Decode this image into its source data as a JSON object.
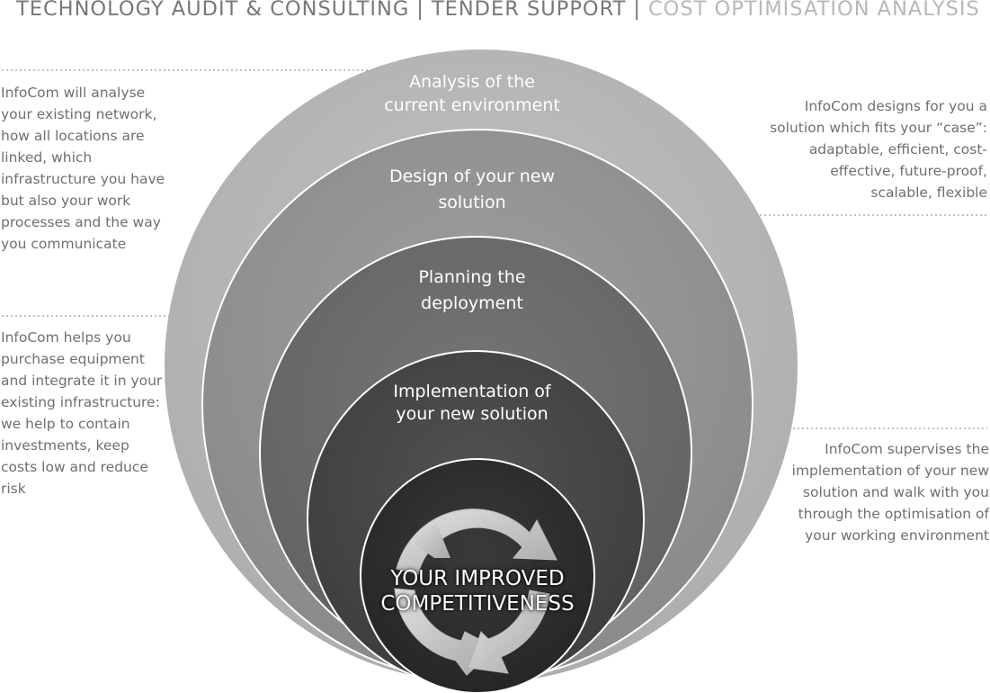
{
  "nav": {
    "item1": "TECHNOLOGY AUDIT & CONSULTING",
    "item2": "TENDER SUPPORT",
    "item3": "COST OPTIMISATION ANALYSIS",
    "separator": "|"
  },
  "stages": {
    "analysis": {
      "line1": "Analysis of the",
      "line2": "current environment"
    },
    "design": {
      "line1": "Design of your new",
      "line2": "solution"
    },
    "planning": {
      "line1": "Planning the",
      "line2": "deployment"
    },
    "implementation": {
      "line1": "Implementation of",
      "line2": "your new solution"
    }
  },
  "center": {
    "line1": "YOUR IMPROVED",
    "line2": "COMPETITIVENESS"
  },
  "descriptions": {
    "analysis": [
      "InfoCom will analyse",
      "your existing network,",
      "how all locations are",
      "linked, which",
      "infrastructure you have",
      "but also your work",
      "processes and the way",
      "you communicate"
    ],
    "design": [
      "InfoCom designs for you a",
      "solution which fits your “case”:",
      "adaptable,  efficient,  cost-",
      "effective, future-proof,",
      "scalable, flexible"
    ],
    "planning": [
      "InfoCom helps you",
      "purchase equipment",
      "and integrate it in your",
      "existing infrastructure:",
      "we help to contain",
      "investments, keep",
      "costs low and reduce",
      "risk"
    ],
    "implementation": [
      "InfoCom supervises the",
      "implementation of your new",
      "solution and walk with you",
      "through the optimisation of",
      "your working environment"
    ]
  },
  "colors": {
    "ring1": "#b9b9b9",
    "ring2": "#959595",
    "ring3": "#6c6c6c",
    "ring4": "#474747",
    "core": "#2e2e2e",
    "arrow": "#c9c9c9",
    "text": "#6f6f6f",
    "nav_dim": "#b8b8b8"
  },
  "icons": {
    "center": "cycle-arrows-icon"
  }
}
